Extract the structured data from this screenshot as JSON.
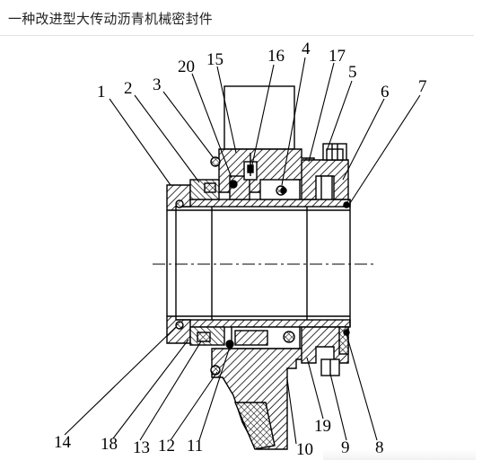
{
  "page": {
    "title": "一种改进型大传动沥青机械密封件"
  },
  "figure": {
    "labels": [
      "1",
      "2",
      "3",
      "20",
      "15",
      "16",
      "4",
      "17",
      "5",
      "6",
      "7",
      "14",
      "18",
      "13",
      "12",
      "11",
      "10",
      "19",
      "9",
      "8"
    ]
  }
}
